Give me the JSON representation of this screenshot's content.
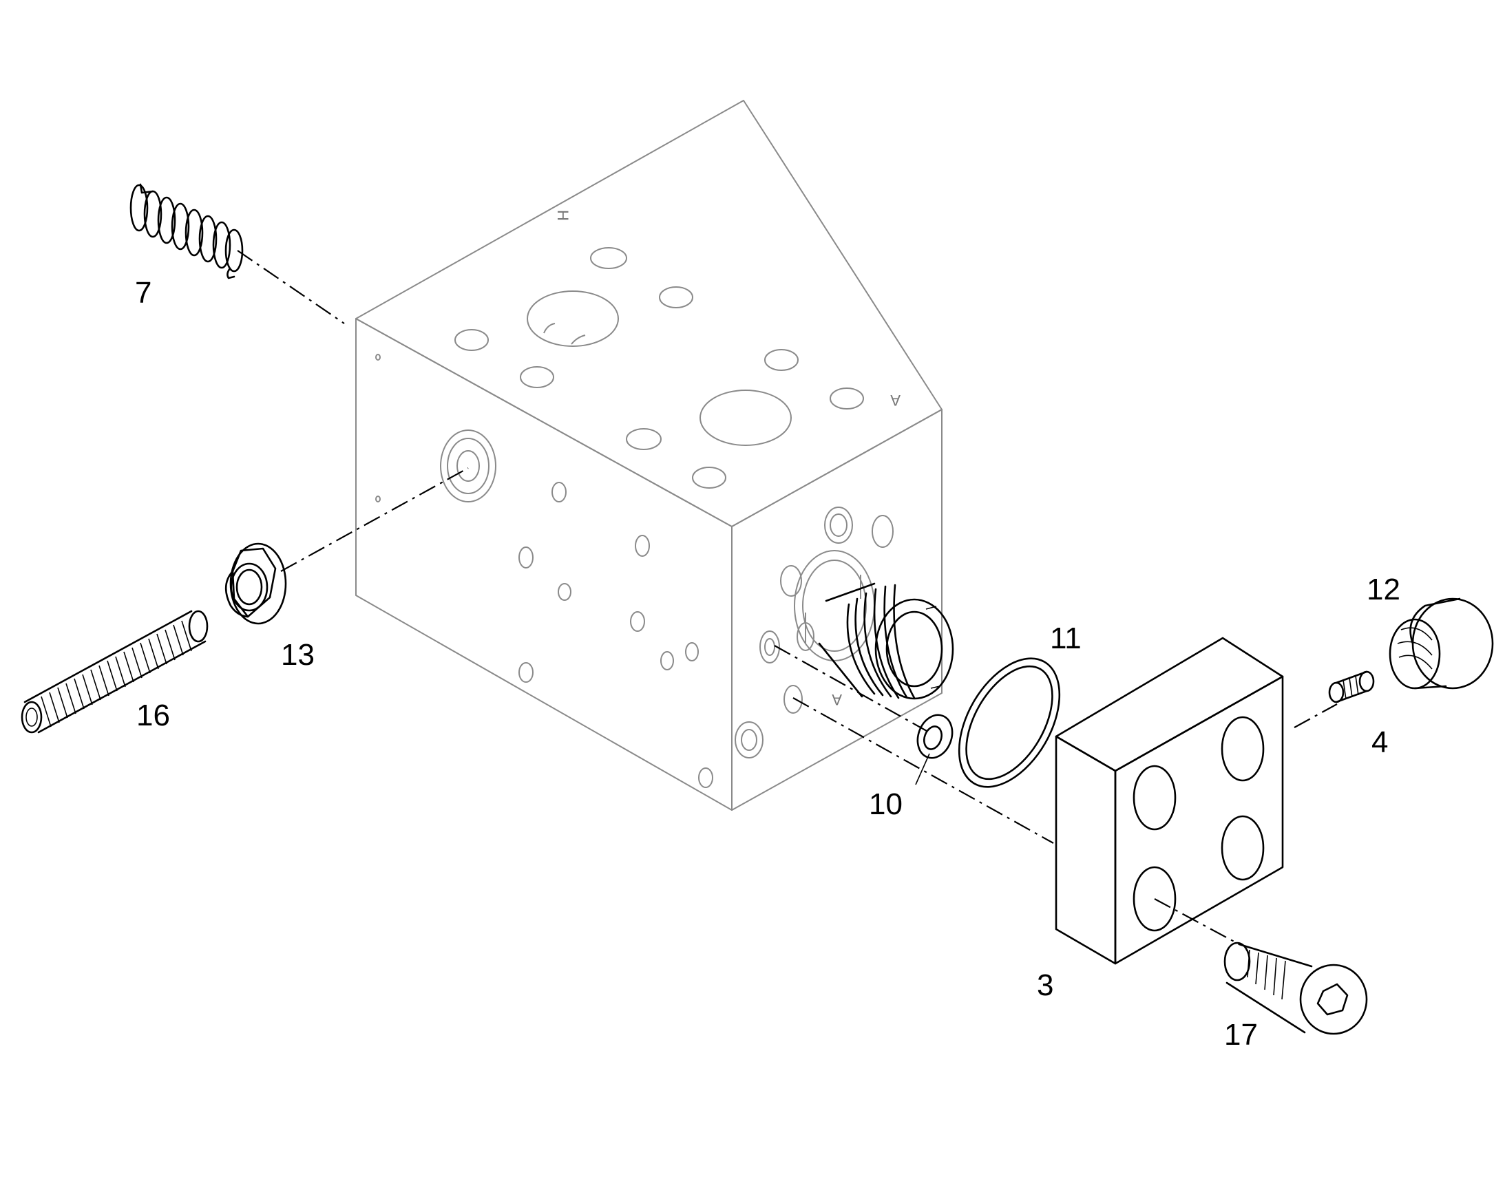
{
  "callouts": {
    "p7": "7",
    "p13": "13",
    "p16": "16",
    "p11": "11",
    "p12": "12",
    "p4": "4",
    "p10": "10",
    "p3": "3",
    "p17": "17"
  },
  "block_markings": {
    "port_h": "H",
    "port_a_top": "A",
    "port_a_side": "A"
  },
  "colors": {
    "outline": "#000000",
    "housing_outline": "#8a8a8a",
    "background": "#ffffff"
  }
}
